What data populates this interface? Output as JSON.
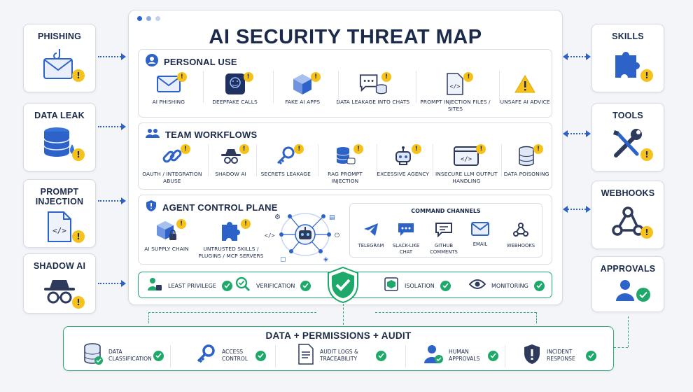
{
  "title": "AI SECURITY THREAT MAP",
  "left_cards": [
    {
      "label": "PHISHING",
      "icon": "envelope-hook-icon"
    },
    {
      "label": "DATA LEAK",
      "icon": "database-drop-icon"
    },
    {
      "label": "PROMPT INJECTION",
      "icon": "code-file-icon"
    },
    {
      "label": "SHADOW AI",
      "icon": "spy-icon"
    }
  ],
  "right_cards": [
    {
      "label": "SKILLS",
      "icon": "puzzle-icon"
    },
    {
      "label": "TOOLS",
      "icon": "wrench-screwdriver-icon"
    },
    {
      "label": "WEBHOOKS",
      "icon": "webhook-icon"
    },
    {
      "label": "APPROVALS",
      "icon": "user-icon"
    }
  ],
  "personal_use": {
    "heading": "PERSONAL USE",
    "items": [
      {
        "label": "AI PHISHING",
        "icon": "envelope-icon"
      },
      {
        "label": "DEEPFAKE CALLS",
        "icon": "face-scan-icon"
      },
      {
        "label": "FAKE AI APPS",
        "icon": "cube-app-icon"
      },
      {
        "label": "DATA LEAKAGE INTO CHATS",
        "icon": "chat-database-icon"
      },
      {
        "label": "PROMPT INJECTION FILES / SITES",
        "icon": "code-file-icon"
      },
      {
        "label": "UNSAFE AI ADVICE",
        "icon": "warning-triangle-icon"
      }
    ]
  },
  "team_workflows": {
    "heading": "TEAM WORKFLOWS",
    "items": [
      {
        "label": "OAUTH / INTEGRATION ABUSE",
        "icon": "link-icon"
      },
      {
        "label": "SHADOW AI",
        "icon": "spy-icon"
      },
      {
        "label": "SECRETS LEAKAGE",
        "icon": "key-icon"
      },
      {
        "label": "RAG PROMPT INJECTION",
        "icon": "database-chat-icon"
      },
      {
        "label": "EXCESSIVE AGENCY",
        "icon": "robot-icon"
      },
      {
        "label": "INSECURE LLM OUTPUT HANDLING",
        "icon": "code-window-icon"
      },
      {
        "label": "DATA POISONING",
        "icon": "database-warning-icon"
      }
    ]
  },
  "agent_control_plane": {
    "heading": "AGENT CONTROL PLANE",
    "items": [
      {
        "label": "AI SUPPLY CHAIN",
        "icon": "cube-lock-icon"
      },
      {
        "label": "UNTRUSTED SKILLS / PLUGINS / MCP SERVERS",
        "icon": "puzzle-icon"
      }
    ],
    "command_channels": {
      "title": "COMMAND CHANNELS",
      "items": [
        {
          "label": "TELEGRAM",
          "icon": "telegram-icon"
        },
        {
          "label": "SLACK-LIKE CHAT",
          "icon": "chat-bubble-icon"
        },
        {
          "label": "GITHUB COMMENTS",
          "icon": "comment-icon"
        },
        {
          "label": "EMAIL",
          "icon": "envelope-icon"
        },
        {
          "label": "WEBHOOKS",
          "icon": "webhook-icon"
        }
      ]
    }
  },
  "guardrails": [
    {
      "label": "LEAST PRIVILEGE",
      "icon": "user-lock-icon"
    },
    {
      "label": "VERIFICATION",
      "icon": "magnifier-check-icon"
    },
    {
      "label": "ISOLATION",
      "icon": "cube-isolation-icon"
    },
    {
      "label": "MONITORING",
      "icon": "eye-icon"
    }
  ],
  "foundation": {
    "title": "DATA + PERMISSIONS + AUDIT",
    "items": [
      {
        "label": "DATA CLASSIFICATION",
        "icon": "database-icon"
      },
      {
        "label": "ACCESS CONTROL",
        "icon": "key-icon"
      },
      {
        "label": "AUDIT LOGS & TRACEABILITY",
        "icon": "document-icon"
      },
      {
        "label": "HUMAN APPROVALS",
        "icon": "user-icon"
      },
      {
        "label": "INCIDENT RESPONSE",
        "icon": "shield-warning-icon"
      }
    ]
  },
  "colors": {
    "accent": "#2d62c9",
    "warning": "#f6c21a",
    "ok": "#1ea86a",
    "text": "#1b2a4a"
  }
}
